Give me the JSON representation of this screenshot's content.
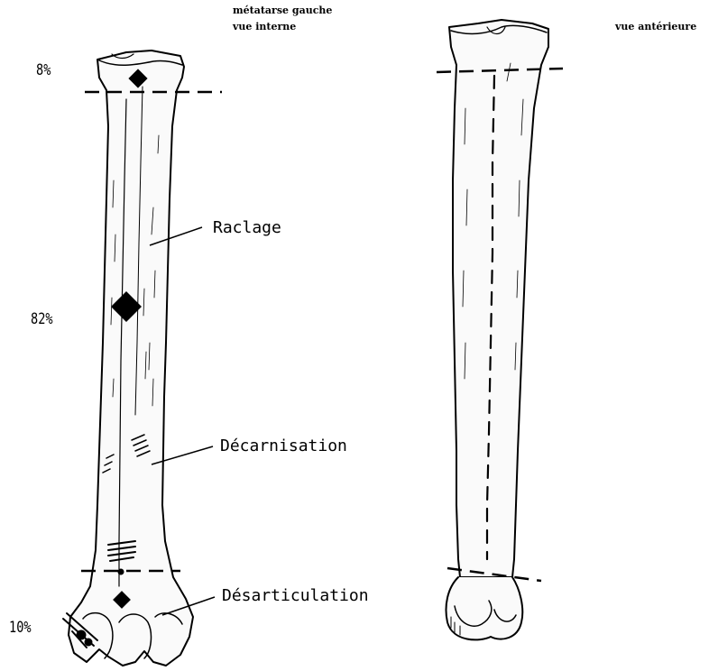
{
  "captions": {
    "left_line1": "métatarse gauche",
    "left_line2": "vue interne",
    "right": "vue antérieure"
  },
  "labels": {
    "raclage": "Raclage",
    "decarnisation": "Décarnisation",
    "desarticulation": "Désarticulation"
  },
  "percentages": {
    "top": "8%",
    "middle": "82%",
    "bottom": "10%"
  },
  "colors": {
    "ink": "#000000",
    "paper": "#ffffff",
    "bone_fill": "#fafafa"
  }
}
